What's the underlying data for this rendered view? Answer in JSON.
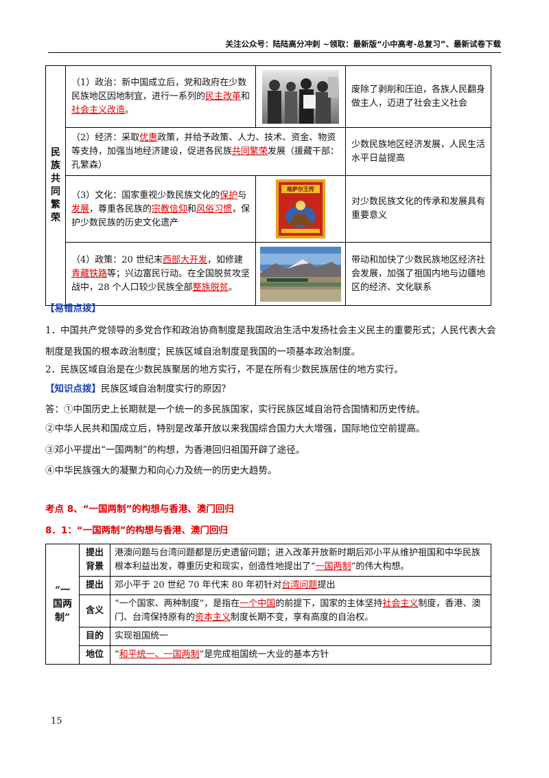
{
  "header": {
    "text": "关注公众号：陆陆高分冲刺 ~领取：最新版“小中高考-总复习”、最新试卷下载"
  },
  "table1": {
    "rowhead": "民族共同繁荣",
    "rows": [
      {
        "text_a": "（1）政治：新中国成立后，党和政府在少数民族地区因地制宜，进行一系列的",
        "link1": "民主改革",
        "text_b": "和",
        "link2": "社会主义改造",
        "text_c": "。",
        "result": "废除了剥削和压迫，各族人民翻身做主人，迈进了社会主义社会",
        "image": "photo-people"
      },
      {
        "text_a": "（2）经济：采取",
        "link1": "优惠",
        "text_b": "政策，并给予政策、人力、技术、资金、物资等支持，加强当地经济建设，促进各民族",
        "link2": "共同繁荣",
        "text_c": "发展（援藏干部：孔繁森）",
        "result": "少数民族地区经济发展，人民生活水平日益提高"
      },
      {
        "text_a": "（3）文化：国家重视少数民族文化的",
        "link1": "保护",
        "text_b": "与",
        "link2": "发展",
        "text_c": "，尊重各民族的",
        "link3": "宗教信仰",
        "text_d": "和",
        "link4": "风俗习惯",
        "text_e": "，保护少数民族的历史文化遗产",
        "result": "对少数民族文化的传承和发展具有重要意义",
        "image": "book-cover",
        "book_title": "格萨尔王传"
      },
      {
        "text_a": "（4）政策：20 世纪末",
        "link1": "西部大开发",
        "text_b": "，如修建",
        "link2": "青藏铁路",
        "text_c": "等；兴边富民行动。在全国脱贫攻坚战中，28 个人口较少民族全部",
        "link3": "整族脱贫",
        "text_d": "。",
        "result": "带动和加快了少数民族地区经济社会发展，加强了祖国内地与边疆地区的经济、文化联系",
        "image": "railway-photo"
      }
    ]
  },
  "tips": {
    "title": "【易错点拨】",
    "p1": "1．中国共产党领导的多党合作和政治协商制度是我国政治生活中发扬社会主义民主的重要形式；人民代表大会制度是我国的根本政治制度；民族区域自治制度是我国的一项基本政治制度。",
    "p2": "2．民族区域自治是在少数民族聚居的地方实行，不是在所有少数民族居住的地方实行。"
  },
  "knowledge": {
    "title": "【知识点拨】",
    "question": "民族区域自治制度实行的原因？",
    "a1": "答：①中国历史上长期就是一个统一的多民族国家，实行民族区域自治符合国情和历史传统。",
    "a2": "②中华人民共和国成立后，特别是改革开放以来我国综合国力大大增强，国际地位空前提高。",
    "a3": "③邓小平提出“一国两制”的构想，为香港回归祖国开辟了途径。",
    "a4": "④中华民族强大的凝聚力和向心力及统一的历史大趋势。"
  },
  "section": {
    "heading": "考点 8、“一国两制”的构想与香港、澳门回归",
    "subheading": "8．1：“一国两制”的构想与香港、澳门回归"
  },
  "table2": {
    "mainhead": "“一国两制”",
    "rows": [
      {
        "label": "提出背景",
        "text_a": "港澳问题与台湾问题都是历史遗留问题；进入改革开放新时期后邓小平从维护祖国和中华民族根本利益出发，尊重历史和现实，创造性地提出了“",
        "link1": "一国两制",
        "text_b": "”的伟大构想。"
      },
      {
        "label": "提出",
        "text_a": "邓小平于 20 世纪 70 年代末 80 年初针对",
        "link1": "台湾问题",
        "text_b": "提出"
      },
      {
        "label": "含义",
        "text_a": "“一个国家、两种制度”，是指在",
        "link1": "一个中国",
        "text_b": "的前提下，国家的主体坚持",
        "link2": "社会主义",
        "text_c": "制度，香港、澳门、台湾保持原有的",
        "link3": "资本主义",
        "text_d": "制度长期不变，享有高度的自治权。"
      },
      {
        "label": "目的",
        "text_a": "实现祖国统一"
      },
      {
        "label": "地位",
        "text_a": "“",
        "link1": "和平统一、一国两制",
        "text_b": "”是完成祖国统一大业的基本方针"
      }
    ]
  },
  "page_number": "15"
}
